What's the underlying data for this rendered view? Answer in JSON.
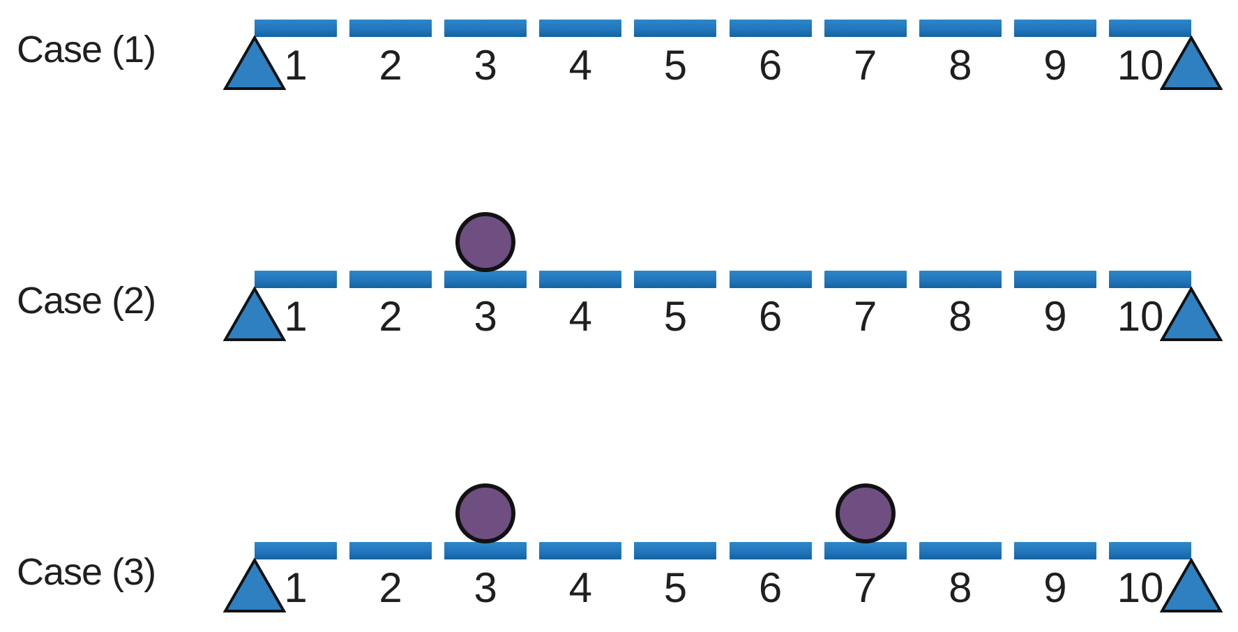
{
  "cases": [
    {
      "label": "Case (1)",
      "loads_on_segments": []
    },
    {
      "label": "Case (2)",
      "loads_on_segments": [
        3
      ]
    },
    {
      "label": "Case (3)",
      "loads_on_segments": [
        3,
        7
      ]
    }
  ],
  "beam": {
    "segment_numbers": [
      "1",
      "2",
      "3",
      "4",
      "5",
      "6",
      "7",
      "8",
      "9",
      "10"
    ],
    "segments_per_beam": 10,
    "supports": {
      "left": "triangle-pin-support",
      "right": "triangle-pin-support"
    }
  },
  "icons": {
    "support": "filled-triangle",
    "load": "filled-circle"
  },
  "colors": {
    "beam_blue": "#2176BD",
    "support_blue": "#2E80C1",
    "load_purple": "#6F4F82",
    "outline": "#121212",
    "text": "#1F1F1F",
    "background": "#FFFFFF"
  }
}
